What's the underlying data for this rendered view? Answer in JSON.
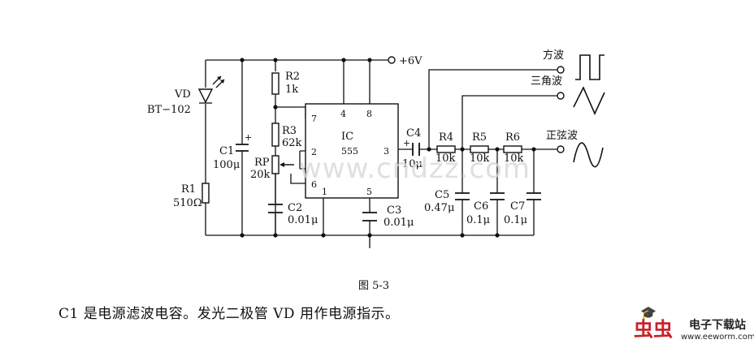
{
  "figure": {
    "caption": "图 5-3",
    "description": "C1 是电源滤波电容。发光二极管 VD 用作电源指示。",
    "watermark": "www.cndzz.com"
  },
  "supply": {
    "label": "+6V"
  },
  "ic": {
    "name": "IC",
    "part": "555",
    "pins": {
      "p1": "1",
      "p2": "2",
      "p3": "3",
      "p4": "4",
      "p5": "5",
      "p6": "6",
      "p7": "7",
      "p8": "8"
    }
  },
  "components": {
    "vd": {
      "ref": "VD",
      "value": "BT−102"
    },
    "r1": {
      "ref": "R1",
      "value": "510Ω"
    },
    "c1": {
      "ref": "C1",
      "value": "100μ"
    },
    "r2": {
      "ref": "R2",
      "value": "1k"
    },
    "r3": {
      "ref": "R3",
      "value": "62k"
    },
    "rp": {
      "ref": "RP",
      "value": "20k"
    },
    "c2": {
      "ref": "C2",
      "value": "0.01μ"
    },
    "c3": {
      "ref": "C3",
      "value": "0.01μ"
    },
    "c4": {
      "ref": "C4",
      "value": "10μ"
    },
    "r4": {
      "ref": "R4",
      "value": "10k"
    },
    "r5": {
      "ref": "R5",
      "value": "10k"
    },
    "r6": {
      "ref": "R6",
      "value": "10k"
    },
    "c5": {
      "ref": "C5",
      "value": "0.47μ"
    },
    "c6": {
      "ref": "C6",
      "value": "0.1μ"
    },
    "c7": {
      "ref": "C7",
      "value": "0.1μ"
    }
  },
  "outputs": {
    "square": "方波",
    "triangle": "三角波",
    "sine": "正弦波"
  },
  "polarity": {
    "plus": "+"
  },
  "logo": {
    "name": "电子下载站",
    "url": "www.eeworm.com",
    "mark": "虫虫"
  }
}
